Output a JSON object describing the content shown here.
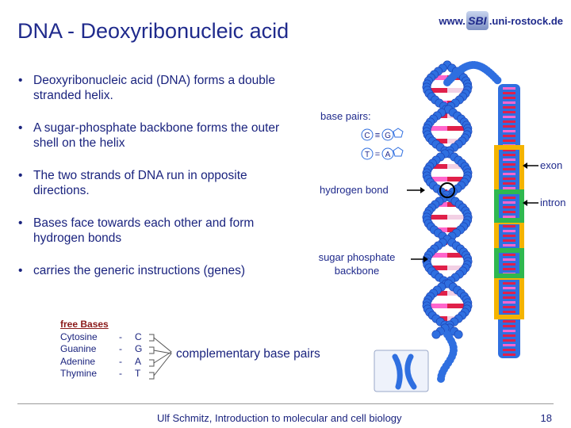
{
  "header": {
    "title": "DNA - Deoxyribonucleic acid",
    "logo_prefix": "www.",
    "logo_badge": "SBI",
    "logo_suffix": ".uni-rostock.de"
  },
  "bullets": [
    "Deoxyribonucleic acid (DNA) forms a double stranded helix.",
    "A sugar-phosphate backbone forms the outer shell on the helix",
    "The two strands of DNA run in opposite directions.",
    "Bases face towards each other and form hydrogen bonds",
    "carries the generic instructions (genes)"
  ],
  "free_bases": {
    "heading": "free Bases",
    "rows": [
      {
        "name": "Cytosine",
        "dash": "-",
        "letter": "C"
      },
      {
        "name": "Guanine",
        "dash": "-",
        "letter": "G"
      },
      {
        "name": "Adenine",
        "dash": "-",
        "letter": "A"
      },
      {
        "name": "Thymine",
        "dash": "-",
        "letter": "T"
      }
    ],
    "complementary_label": "complementary base pairs"
  },
  "figure": {
    "base_pairs_label": "base pairs:",
    "pair1_left": "C",
    "pair1_right": "G",
    "pair2_left": "T",
    "pair2_right": "A",
    "hydrogen_bond_label": "hydrogen bond",
    "backbone_label_1": "sugar phosphate",
    "backbone_label_2": "backbone",
    "exon_label": "exon",
    "intron_label": "intron"
  },
  "footer": {
    "text": "Ulf Schmitz, Introduction to molecular and cell biology",
    "page": "18"
  },
  "colors": {
    "title": "#1f2a8c",
    "text": "#1a237e",
    "backbone": "#2f6fe0",
    "red_base": "#e0204a",
    "pink_base": "#ff66cc",
    "exon": "#f4b400",
    "intron": "#2fb84f"
  }
}
